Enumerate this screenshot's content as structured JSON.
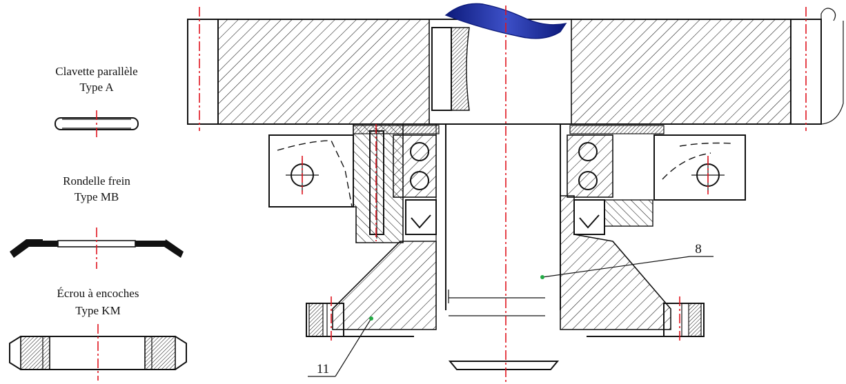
{
  "legend": {
    "clavette": {
      "line1": "Clavette parallèle",
      "line2": "Type A"
    },
    "rondelle": {
      "line1": "Rondelle frein",
      "line2": "Type MB"
    },
    "ecrou": {
      "line1": "Écrou à encoches",
      "line2": "Type KM"
    }
  },
  "callouts": {
    "part8": "8",
    "part11": "11"
  },
  "colors": {
    "axis": "#e0141e",
    "shaft_cut": "#1f2f9a",
    "marker": "#22aa44",
    "ink": "#111111"
  }
}
